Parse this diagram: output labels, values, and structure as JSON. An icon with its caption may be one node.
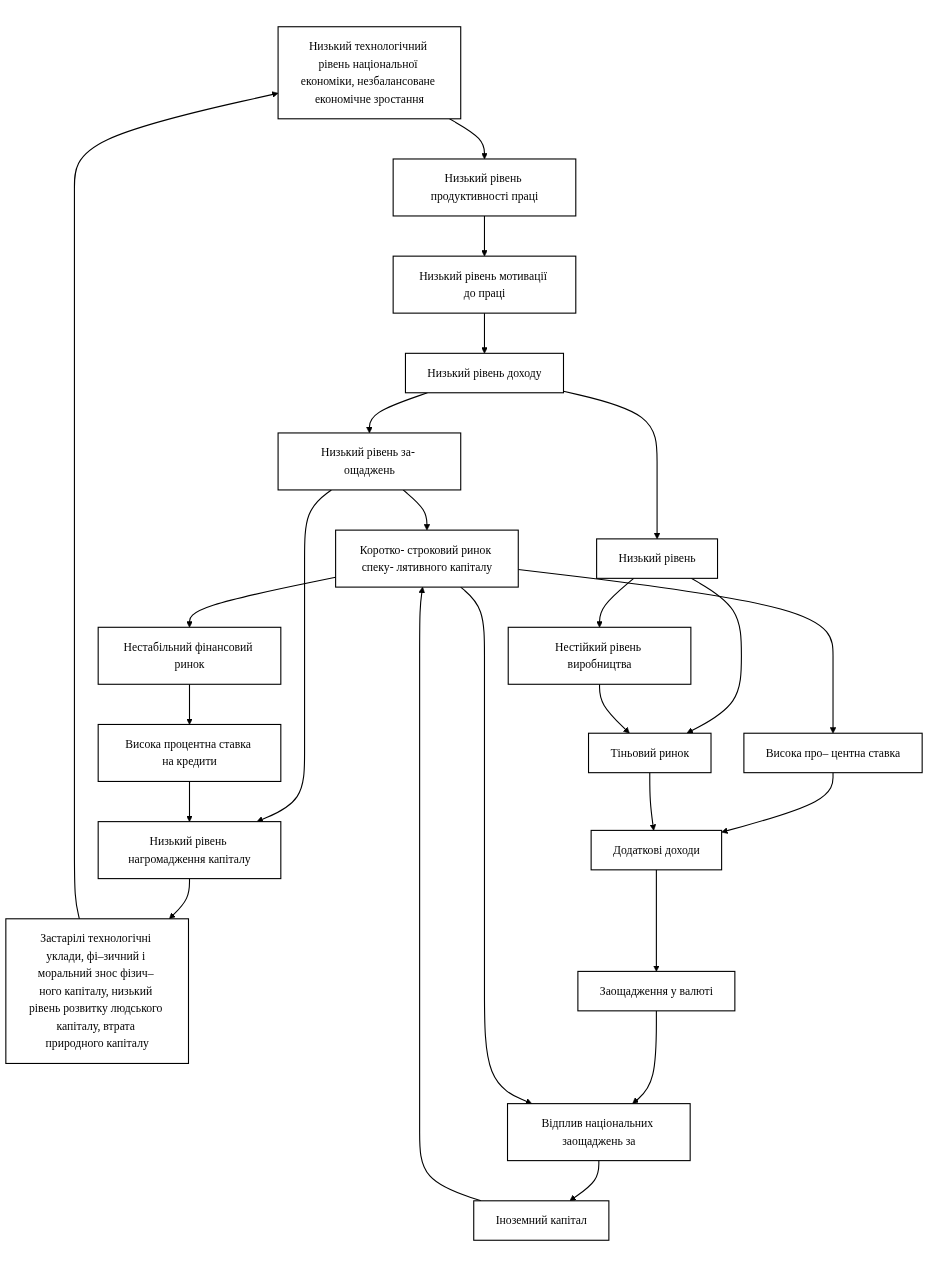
{
  "diagram": {
    "nodes": [
      {
        "text": [
          "Низький технологічний рівень національної економіки, незбалансоване економічне зростання"
        ]
      },
      {
        "text": [
          "Застарілі технологічні уклади, фі–зичний і моральний знос фізич– ного капіталу, низький рівень розвитку людського капіталу, втрата природного капіталу"
        ]
      },
      {
        "text": [
          "Низький рівень продуктивності праці"
        ]
      },
      {
        "text": [
          "Низький рівень мотивації до праці"
        ]
      },
      {
        "text": [
          "Низький рівень нагромадження капіталу"
        ]
      },
      {
        "text": [
          "Низький рівень за- ощаджень"
        ]
      },
      {
        "text": [
          "Низький рівень доходу"
        ]
      },
      {
        "text": [
          "Висока процентна ставка на кредити"
        ]
      },
      {
        "text": [
          "Низький рівень"
        ]
      },
      {
        "text": [
          "Нестійкий рівень виробництва"
        ]
      },
      {
        "text": [
          "Нестабільний фінансовий ринок"
        ]
      },
      {
        "text": [
          "Коротко- строковий ринок спеку- лятивного капіталу"
        ]
      },
      {
        "text": [
          "Висока про– центна ставка"
        ]
      },
      {
        "text": [
          "Тіньовий ринок"
        ]
      },
      {
        "text": [
          "Іноземний капітал"
        ]
      },
      {
        "text": [
          "Додаткові доходи"
        ]
      },
      {
        "text": [
          "Відплив національних заощаджень за"
        ]
      },
      {
        "text": [
          "Заощадження у валюті"
        ]
      }
    ],
    "edges": [
      {
        "from": 1,
        "to": 0,
        "arrow": "to"
      },
      {
        "from": 0,
        "to": 2,
        "arrow": "to"
      },
      {
        "from": 2,
        "to": 3,
        "arrow": "to"
      },
      {
        "from": 3,
        "to": 6,
        "arrow": "to"
      },
      {
        "from": 6,
        "to": 5,
        "arrow": "to"
      },
      {
        "from": 5,
        "to": 4,
        "arrow": "to"
      },
      {
        "from": 4,
        "to": 1,
        "arrow": "to"
      },
      {
        "from": 6,
        "to": 8,
        "arrow": "to"
      },
      {
        "from": 7,
        "to": 4,
        "arrow": "to"
      },
      {
        "from": 10,
        "to": 7,
        "arrow": "to"
      },
      {
        "from": 8,
        "to": 9,
        "arrow": "to"
      },
      {
        "from": 8,
        "to": 13,
        "arrow": "to"
      },
      {
        "from": 9,
        "to": 13,
        "arrow": "to"
      },
      {
        "from": 5,
        "to": 11,
        "arrow": "to"
      },
      {
        "from": 11,
        "to": 10,
        "arrow": "to"
      },
      {
        "from": 14,
        "to": 11,
        "arrow": "to"
      },
      {
        "from": 11,
        "to": 12,
        "arrow": "to"
      },
      {
        "from": 12,
        "to": 15,
        "arrow": "to"
      },
      {
        "from": 13,
        "to": 15,
        "arrow": "to"
      },
      {
        "from": 15,
        "to": 17,
        "arrow": "to"
      },
      {
        "from": 17,
        "to": 16,
        "arrow": "to"
      },
      {
        "from": 16,
        "to": 14,
        "arrow": "to"
      },
      {
        "from": 11,
        "to": 16,
        "arrow": "to"
      }
    ]
  }
}
